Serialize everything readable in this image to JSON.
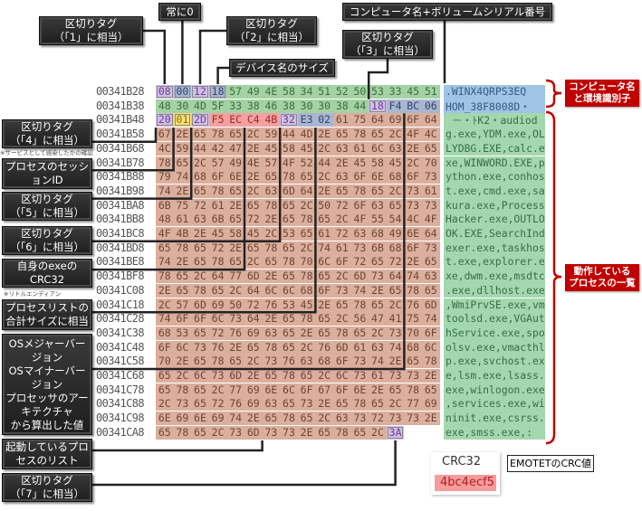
{
  "hex_dump": {
    "rows": [
      {
        "addr": "00341B28",
        "bytes": [
          "08",
          "00",
          "12",
          "18",
          "57",
          "49",
          "4E",
          "58",
          "34",
          "51",
          "52",
          "50",
          "53",
          "33",
          "45",
          "51"
        ],
        "kinds": [
          "tag",
          "zero",
          "tag",
          "size",
          "ident",
          "ident",
          "ident",
          "ident",
          "ident",
          "ident",
          "ident",
          "ident",
          "ident",
          "ident",
          "ident",
          "ident"
        ],
        "ascii": ".WINX4QRPS3EQ"
      },
      {
        "addr": "00341B38",
        "bytes": [
          "48",
          "30",
          "4D",
          "5F",
          "33",
          "38",
          "46",
          "38",
          "30",
          "30",
          "38",
          "44",
          "18",
          "F4",
          "BC",
          "06"
        ],
        "kinds": [
          "ident",
          "ident",
          "ident",
          "ident",
          "ident",
          "ident",
          "ident",
          "ident",
          "ident",
          "ident",
          "ident",
          "ident",
          "tag",
          "os",
          "os",
          "os"
        ],
        "ascii": "HOM_38F8008D・"
      },
      {
        "addr": "00341B48",
        "bytes": [
          "20",
          "01",
          "2D",
          "F5",
          "EC",
          "C4",
          "4B",
          "32",
          "E3",
          "02",
          "61",
          "75",
          "64",
          "69",
          "6F",
          "64"
        ],
        "kinds": [
          "tag",
          "session",
          "tag",
          "crc",
          "crc",
          "crc",
          "crc",
          "tag",
          "total",
          "total",
          "list",
          "list",
          "list",
          "list",
          "list",
          "list"
        ],
        "ascii": " －・ﾄK2・audiod"
      },
      {
        "addr": "00341B58",
        "bytes": [
          "67",
          "2E",
          "65",
          "78",
          "65",
          "2C",
          "59",
          "44",
          "4D",
          "2E",
          "65",
          "78",
          "65",
          "2C",
          "4F",
          "4C"
        ],
        "ascii": "g.exe,YDM.exe,OL"
      },
      {
        "addr": "00341B68",
        "bytes": [
          "4C",
          "59",
          "44",
          "42",
          "47",
          "2E",
          "45",
          "58",
          "45",
          "2C",
          "63",
          "61",
          "6C",
          "63",
          "2E",
          "65"
        ],
        "ascii": "LYDBG.EXE,calc.e"
      },
      {
        "addr": "00341B78",
        "bytes": [
          "78",
          "65",
          "2C",
          "57",
          "49",
          "4E",
          "57",
          "4F",
          "52",
          "44",
          "2E",
          "45",
          "58",
          "45",
          "2C",
          "70"
        ],
        "ascii": "xe,WINWORD.EXE,p"
      },
      {
        "addr": "00341B88",
        "bytes": [
          "79",
          "74",
          "68",
          "6F",
          "6E",
          "2E",
          "65",
          "78",
          "65",
          "2C",
          "63",
          "6F",
          "6E",
          "68",
          "6F",
          "73"
        ],
        "ascii": "ython.exe,conhos"
      },
      {
        "addr": "00341B98",
        "bytes": [
          "74",
          "2E",
          "65",
          "78",
          "65",
          "2C",
          "63",
          "6D",
          "64",
          "2E",
          "65",
          "78",
          "65",
          "2C",
          "73",
          "61"
        ],
        "ascii": "t.exe,cmd.exe,sa"
      },
      {
        "addr": "00341BA8",
        "bytes": [
          "6B",
          "75",
          "72",
          "61",
          "2E",
          "65",
          "78",
          "65",
          "2C",
          "50",
          "72",
          "6F",
          "63",
          "65",
          "73",
          "73"
        ],
        "ascii": "kura.exe,Process"
      },
      {
        "addr": "00341BB8",
        "bytes": [
          "48",
          "61",
          "63",
          "6B",
          "65",
          "72",
          "2E",
          "65",
          "78",
          "65",
          "2C",
          "4F",
          "55",
          "54",
          "4C",
          "4F"
        ],
        "ascii": "Hacker.exe,OUTLO"
      },
      {
        "addr": "00341BC8",
        "bytes": [
          "4F",
          "4B",
          "2E",
          "45",
          "58",
          "45",
          "2C",
          "53",
          "65",
          "61",
          "72",
          "63",
          "68",
          "49",
          "6E",
          "64"
        ],
        "ascii": "OK.EXE,SearchInd"
      },
      {
        "addr": "00341BD8",
        "bytes": [
          "65",
          "78",
          "65",
          "72",
          "2E",
          "65",
          "78",
          "65",
          "2C",
          "74",
          "61",
          "73",
          "6B",
          "68",
          "6F",
          "73"
        ],
        "ascii": "exer.exe,taskhos"
      },
      {
        "addr": "00341BE8",
        "bytes": [
          "74",
          "2E",
          "65",
          "78",
          "65",
          "2C",
          "65",
          "78",
          "70",
          "6C",
          "6F",
          "72",
          "65",
          "72",
          "2E",
          "65"
        ],
        "ascii": "t.exe,explorer.e"
      },
      {
        "addr": "00341BF8",
        "bytes": [
          "78",
          "65",
          "2C",
          "64",
          "77",
          "6D",
          "2E",
          "65",
          "78",
          "65",
          "2C",
          "6D",
          "73",
          "64",
          "74",
          "63"
        ],
        "ascii": "xe,dwm.exe,msdtc"
      },
      {
        "addr": "00341C08",
        "bytes": [
          "2E",
          "65",
          "78",
          "65",
          "2C",
          "64",
          "6C",
          "6C",
          "68",
          "6F",
          "73",
          "74",
          "2E",
          "65",
          "78",
          "65"
        ],
        "ascii": ".exe,dllhost.exe"
      },
      {
        "addr": "00341C18",
        "bytes": [
          "2C",
          "57",
          "6D",
          "69",
          "50",
          "72",
          "76",
          "53",
          "45",
          "2E",
          "65",
          "78",
          "65",
          "2C",
          "76",
          "6D"
        ],
        "ascii": ",WmiPrvSE.exe,vm"
      },
      {
        "addr": "00341C28",
        "bytes": [
          "74",
          "6F",
          "6F",
          "6C",
          "73",
          "64",
          "2E",
          "65",
          "78",
          "65",
          "2C",
          "56",
          "47",
          "41",
          "75",
          "74"
        ],
        "ascii": "toolsd.exe,VGAut"
      },
      {
        "addr": "00341C38",
        "bytes": [
          "68",
          "53",
          "65",
          "72",
          "76",
          "69",
          "63",
          "65",
          "2E",
          "65",
          "78",
          "65",
          "2C",
          "73",
          "70",
          "6F"
        ],
        "ascii": "hService.exe,spo"
      },
      {
        "addr": "00341C48",
        "bytes": [
          "6F",
          "6C",
          "73",
          "76",
          "2E",
          "65",
          "78",
          "65",
          "2C",
          "76",
          "6D",
          "61",
          "63",
          "74",
          "68",
          "6C"
        ],
        "ascii": "olsv.exe,vmacthl"
      },
      {
        "addr": "00341C58",
        "bytes": [
          "70",
          "2E",
          "65",
          "78",
          "65",
          "2C",
          "73",
          "76",
          "63",
          "68",
          "6F",
          "73",
          "74",
          "2E",
          "65",
          "78"
        ],
        "ascii": "p.exe,svchost.ex"
      },
      {
        "addr": "00341C68",
        "bytes": [
          "65",
          "2C",
          "6C",
          "73",
          "6D",
          "2E",
          "65",
          "78",
          "65",
          "2C",
          "6C",
          "73",
          "61",
          "73",
          "73",
          "2E"
        ],
        "ascii": "e,lsm.exe,lsass."
      },
      {
        "addr": "00341C78",
        "bytes": [
          "65",
          "78",
          "65",
          "2C",
          "77",
          "69",
          "6E",
          "6C",
          "6F",
          "67",
          "6F",
          "6E",
          "2E",
          "65",
          "78",
          "65"
        ],
        "ascii": "exe,winlogon.exe"
      },
      {
        "addr": "00341C88",
        "bytes": [
          "2C",
          "73",
          "65",
          "72",
          "76",
          "69",
          "63",
          "65",
          "73",
          "2E",
          "65",
          "78",
          "65",
          "2C",
          "77",
          "69"
        ],
        "ascii": ",services.exe,wi"
      },
      {
        "addr": "00341C98",
        "bytes": [
          "6E",
          "69",
          "6E",
          "69",
          "74",
          "2E",
          "65",
          "78",
          "65",
          "2C",
          "63",
          "73",
          "72",
          "73",
          "73",
          "2E"
        ],
        "ascii": "ninit.exe,csrss."
      },
      {
        "addr": "00341CA8",
        "bytes": [
          "65",
          "78",
          "65",
          "2C",
          "73",
          "6D",
          "73",
          "73",
          "2E",
          "65",
          "78",
          "65",
          "2C",
          "3A"
        ],
        "kinds": [
          "list",
          "list",
          "list",
          "list",
          "list",
          "list",
          "list",
          "list",
          "list",
          "list",
          "list",
          "list",
          "list",
          "tag3a"
        ],
        "ascii": "exe,smss.exe,:"
      }
    ]
  },
  "callouts": {
    "tag1": [
      "区切りタグ",
      "（「1」に相当）"
    ],
    "always_zero": [
      "常に0"
    ],
    "tag2": [
      "区切りタグ",
      "（「2」に相当）"
    ],
    "device_name_size": [
      "デバイス名のサイズ"
    ],
    "computer_volume": [
      "コンピュータ名+ボリュームシリアル番号"
    ],
    "tag3": [
      "区切りタグ",
      "（「3」に相当）"
    ],
    "tag4": [
      "区切りタグ",
      "（「4」に相当）"
    ],
    "session_id": [
      "プロセスのセッションID"
    ],
    "tag5": [
      "区切りタグ",
      "（「5」に相当）"
    ],
    "tag6": [
      "区切りタグ",
      "（「6」に相当）"
    ],
    "crc32_self": [
      "自身のexeの",
      "CRC32"
    ],
    "process_list_size": [
      "プロセスリストの",
      "合計サイズに相当"
    ],
    "os_info": [
      "OSメジャーバージョン",
      "OSマイナーバージョン",
      "プロセッサのアーキテクチャ",
      "から算出した値"
    ],
    "process_list": [
      "起動しているプロセスのリスト"
    ],
    "tag7": [
      "区切りタグ",
      "（「7」に相当）"
    ]
  },
  "notes": {
    "service_check": "※サービスとして感染したかの確認",
    "little_endian": "※リトルエンディアン"
  },
  "crc_popup": {
    "title": "CRC32",
    "value": "4bc4ecf5",
    "label": "EMOTETのCRC値"
  },
  "right_labels": {
    "computer_env": [
      "コンピュータ名",
      "と環境識別子"
    ],
    "process_list": [
      "動作している",
      "プロセスの一覧"
    ]
  },
  "colors": {
    "list": "#dcae9c",
    "ident": "#a3d2a3",
    "tag": "#d2bfe6",
    "crc": "#f4a0a0",
    "session": "#ffe27a",
    "accent_red": "#c00000"
  }
}
